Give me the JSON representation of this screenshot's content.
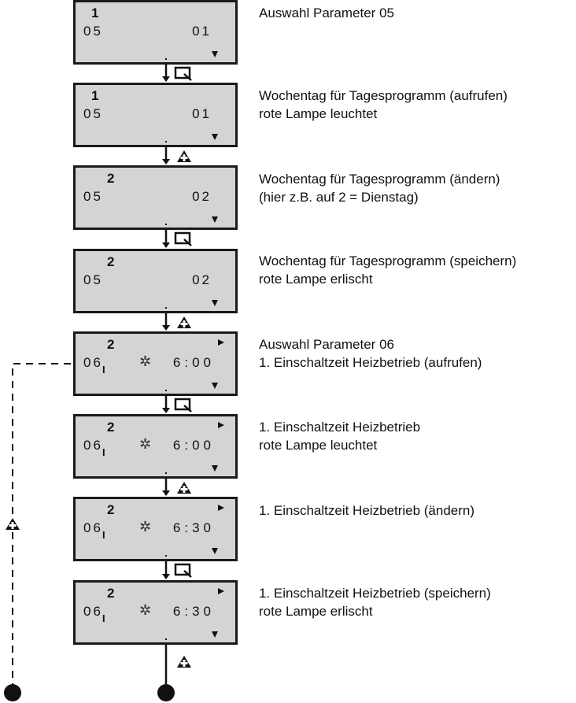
{
  "steps": [
    {
      "day": "1",
      "param": "05",
      "value": "01",
      "mode": "simple",
      "day_pos": "d1",
      "desc1": "Auswahl Parameter 05",
      "desc2": ""
    },
    {
      "day": "1",
      "param": "05",
      "value": "01",
      "mode": "simple",
      "day_pos": "d1",
      "desc1": "Wochentag für Tagesprogramm (aufrufen)",
      "desc2": "rote Lampe leuchtet"
    },
    {
      "day": "2",
      "param": "05",
      "value": "02",
      "mode": "simple",
      "day_pos": "d2",
      "desc1": "Wochentag für Tagesprogramm (ändern)",
      "desc2": "(hier z.B. auf 2 = Dienstag)"
    },
    {
      "day": "2",
      "param": "05",
      "value": "02",
      "mode": "simple",
      "day_pos": "d2",
      "desc1": "Wochentag für Tagesprogramm (speichern)",
      "desc2": "rote Lampe erlischt"
    },
    {
      "day": "2",
      "param": "06",
      "sub": "I",
      "value": "6:00",
      "mode": "time",
      "day_pos": "d2",
      "desc1": "Auswahl Parameter 06",
      "desc2": "1. Einschaltzeit Heizbetrieb (aufrufen)"
    },
    {
      "day": "2",
      "param": "06",
      "sub": "I",
      "value": "6:00",
      "mode": "time",
      "day_pos": "d2",
      "desc1": "1. Einschaltzeit Heizbetrieb",
      "desc2": "rote Lampe leuchtet"
    },
    {
      "day": "2",
      "param": "06",
      "sub": "I",
      "value": "6:30",
      "mode": "time",
      "day_pos": "d2",
      "desc1": "1. Einschaltzeit Heizbetrieb (ändern)",
      "desc2": ""
    },
    {
      "day": "2",
      "param": "06",
      "sub": "I",
      "value": "6:30",
      "mode": "time",
      "day_pos": "d2",
      "desc1": "1. Einschaltzeit Heizbetrieb (speichern)",
      "desc2": "rote Lampe erlischt"
    }
  ],
  "transitions": [
    "key-icon",
    "plus-icon",
    "key-icon",
    "plus-icon",
    "key-icon",
    "plus-icon",
    "key-icon"
  ],
  "sun_symbol": "✲",
  "colors": {
    "lcd_background": "#d4d4d4",
    "line": "#1a1a1a"
  }
}
